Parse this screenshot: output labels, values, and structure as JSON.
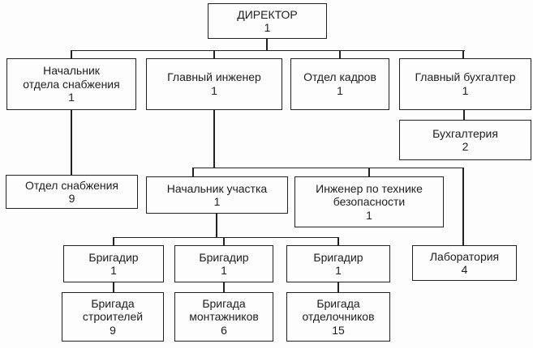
{
  "diagram": {
    "type": "org-chart",
    "background_color": "#fdfdfd",
    "line_color": "#222222",
    "nodes": {
      "director": {
        "lines": [
          "ДИРЕКТОР"
        ],
        "count": "1",
        "parent": null
      },
      "supply_head": {
        "lines": [
          "Начальник",
          "отдела снабжения"
        ],
        "count": "1",
        "parent": "director"
      },
      "chief_engineer": {
        "lines": [
          "Главный инженер"
        ],
        "count": "1",
        "parent": "director"
      },
      "hr_department": {
        "lines": [
          "Отдел кадров"
        ],
        "count": "1",
        "parent": "director"
      },
      "chief_accountant": {
        "lines": [
          "Главный бухгалтер"
        ],
        "count": "1",
        "parent": "director"
      },
      "accounting": {
        "lines": [
          "Бухгалтерия"
        ],
        "count": "2",
        "parent": "chief_accountant"
      },
      "supply_department": {
        "lines": [
          "Отдел снабжения"
        ],
        "count": "9",
        "parent": "supply_head"
      },
      "site_manager": {
        "lines": [
          "Начальник участка"
        ],
        "count": "1",
        "parent": "chief_engineer"
      },
      "safety_engineer": {
        "lines": [
          "Инженер по технике",
          "безопасности"
        ],
        "count": "1",
        "parent": "chief_engineer"
      },
      "laboratory": {
        "lines": [
          "Лаборатория"
        ],
        "count": "4",
        "parent": "chief_engineer"
      },
      "foreman_1": {
        "lines": [
          "Бригадир"
        ],
        "count": "1",
        "parent": "site_manager"
      },
      "foreman_2": {
        "lines": [
          "Бригадир"
        ],
        "count": "1",
        "parent": "site_manager"
      },
      "foreman_3": {
        "lines": [
          "Бригадир"
        ],
        "count": "1",
        "parent": "site_manager"
      },
      "builders_brigade": {
        "lines": [
          "Бригада",
          "строителей"
        ],
        "count": "9",
        "parent": "foreman_1"
      },
      "installers_brigade": {
        "lines": [
          "Бригада",
          "монтажников"
        ],
        "count": "6",
        "parent": "foreman_2"
      },
      "finishers_brigade": {
        "lines": [
          "Бригада",
          "отделочников"
        ],
        "count": "15",
        "parent": "foreman_3"
      }
    }
  }
}
